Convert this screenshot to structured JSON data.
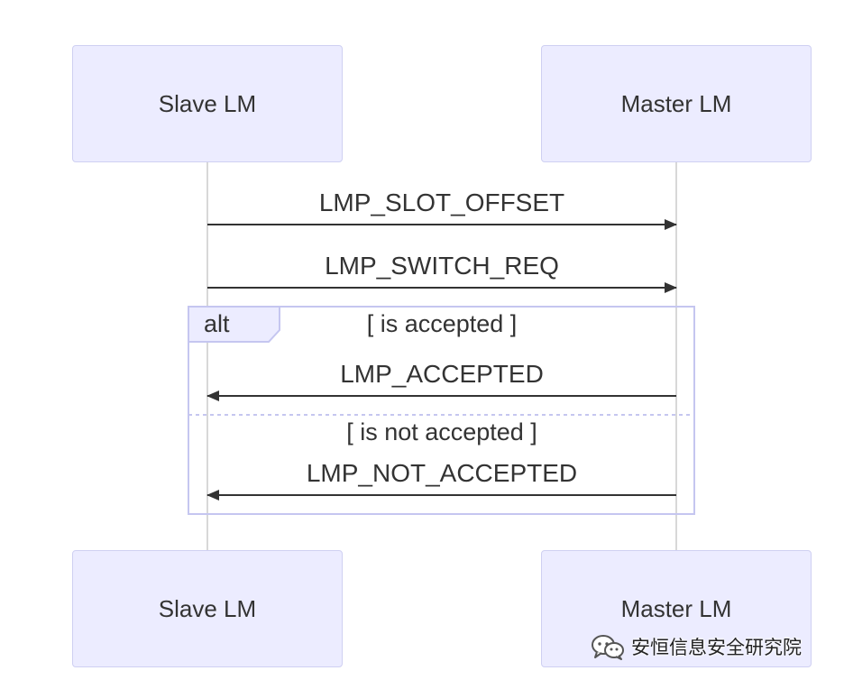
{
  "participants": {
    "slave": "Slave LM",
    "master": "Master LM"
  },
  "messages": [
    {
      "label": "LMP_SLOT_OFFSET",
      "from": "slave",
      "to": "master"
    },
    {
      "label": "LMP_SWITCH_REQ",
      "from": "slave",
      "to": "master"
    },
    {
      "label": "LMP_ACCEPTED",
      "from": "master",
      "to": "slave"
    },
    {
      "label": "LMP_NOT_ACCEPTED",
      "from": "master",
      "to": "slave"
    }
  ],
  "alt": {
    "tag": "alt",
    "condition_1": "[ is accepted ]",
    "condition_2": "[ is not accepted ]"
  },
  "watermark": {
    "icon": "wechat-icon",
    "text": "安恒信息安全研究院"
  },
  "colors": {
    "actor_fill": "#ececff",
    "actor_border": "#cfd0f2",
    "lifeline": "#cccccc",
    "arrow": "#333333",
    "alt_border": "#c5c6f0"
  }
}
